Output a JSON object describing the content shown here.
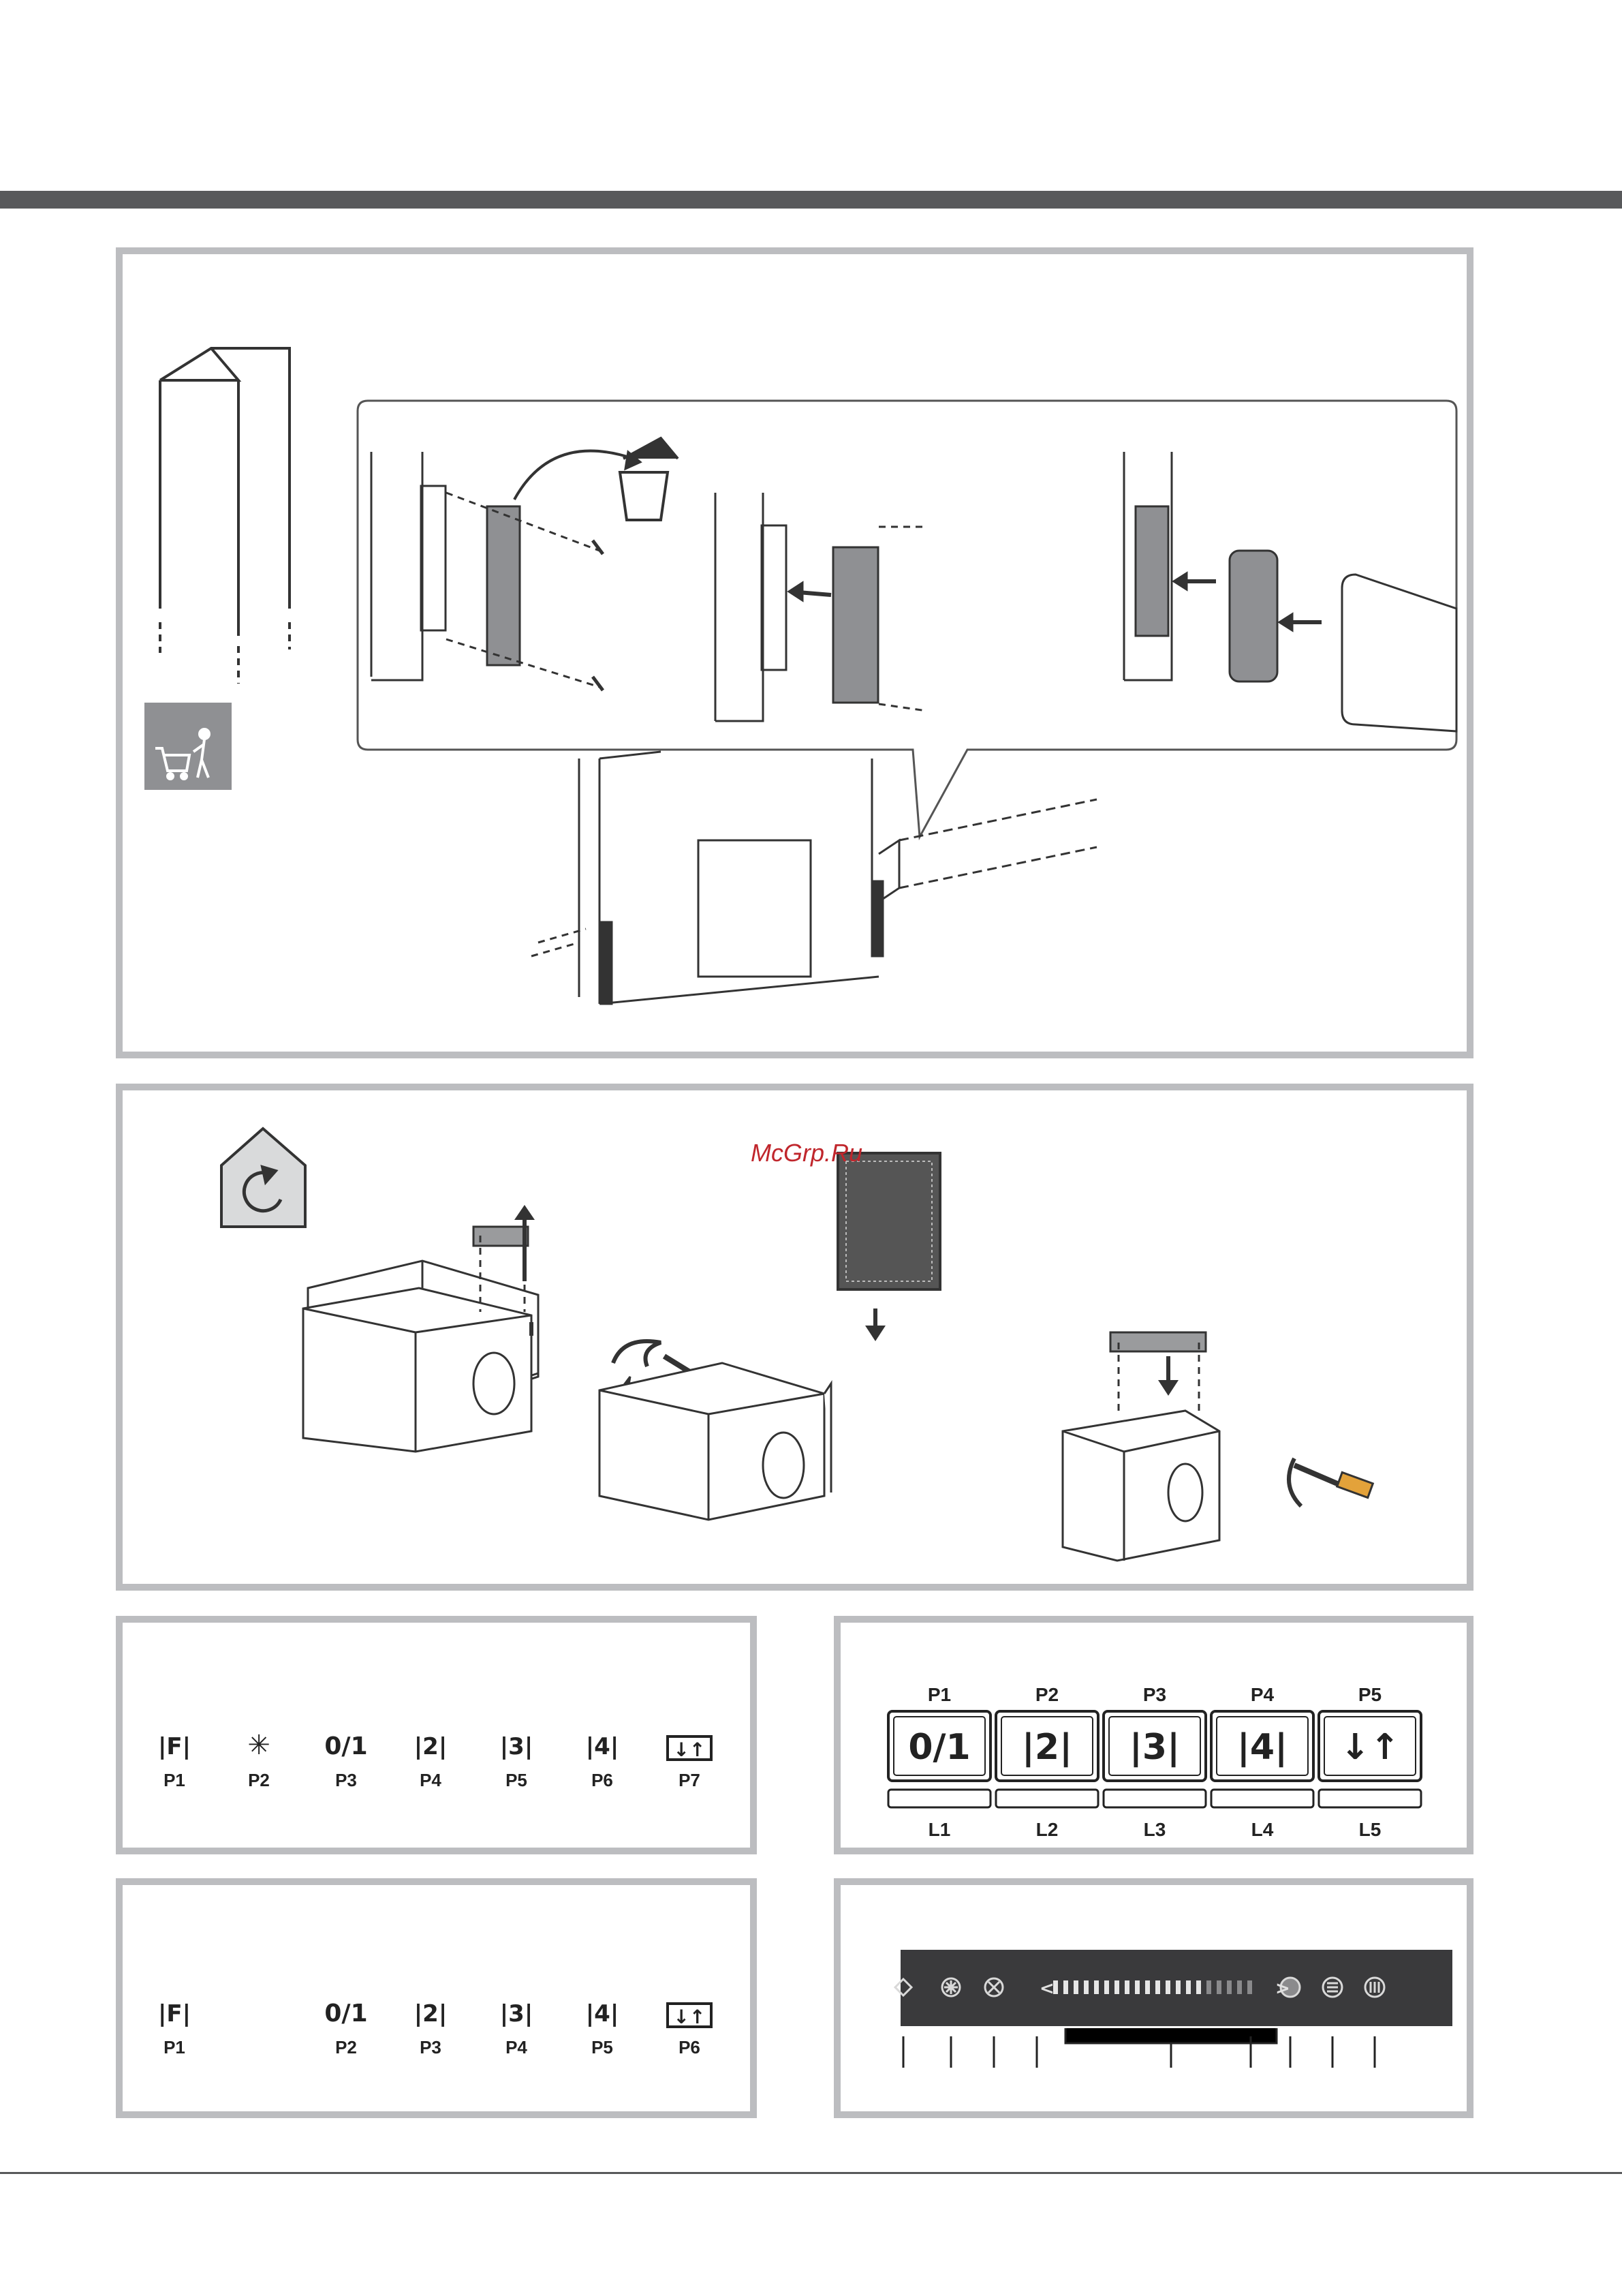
{
  "watermark": "McGrp.Ru",
  "panel_a": {
    "symbols": [
      "|F|",
      "✳",
      "0/1",
      "|2|",
      "|3|",
      "|4|",
      "↓↑"
    ],
    "labels": [
      "P1",
      "P2",
      "P3",
      "P4",
      "P5",
      "P6",
      "P7"
    ]
  },
  "panel_b": {
    "top_labels": [
      "P1",
      "P2",
      "P3",
      "P4",
      "P5"
    ],
    "keys": [
      "0/1",
      "|2|",
      "|3|",
      "|4|",
      "↓↑"
    ],
    "bottom_labels": [
      "L1",
      "L2",
      "L3",
      "L4",
      "L5"
    ]
  },
  "panel_c": {
    "symbols": [
      "|F|",
      "0/1",
      "|2|",
      "|3|",
      "|4|",
      "↓↑"
    ],
    "labels": [
      "P1",
      "P2",
      "P3",
      "P4",
      "P5",
      "P6"
    ]
  },
  "panel_d": {
    "slider_left": "<",
    "slider_right": ">"
  },
  "colors": {
    "frame": "#bcbdc0",
    "bar": "#58595b",
    "dark_panel": "#3a3a3c",
    "accent": "#c0262c"
  }
}
